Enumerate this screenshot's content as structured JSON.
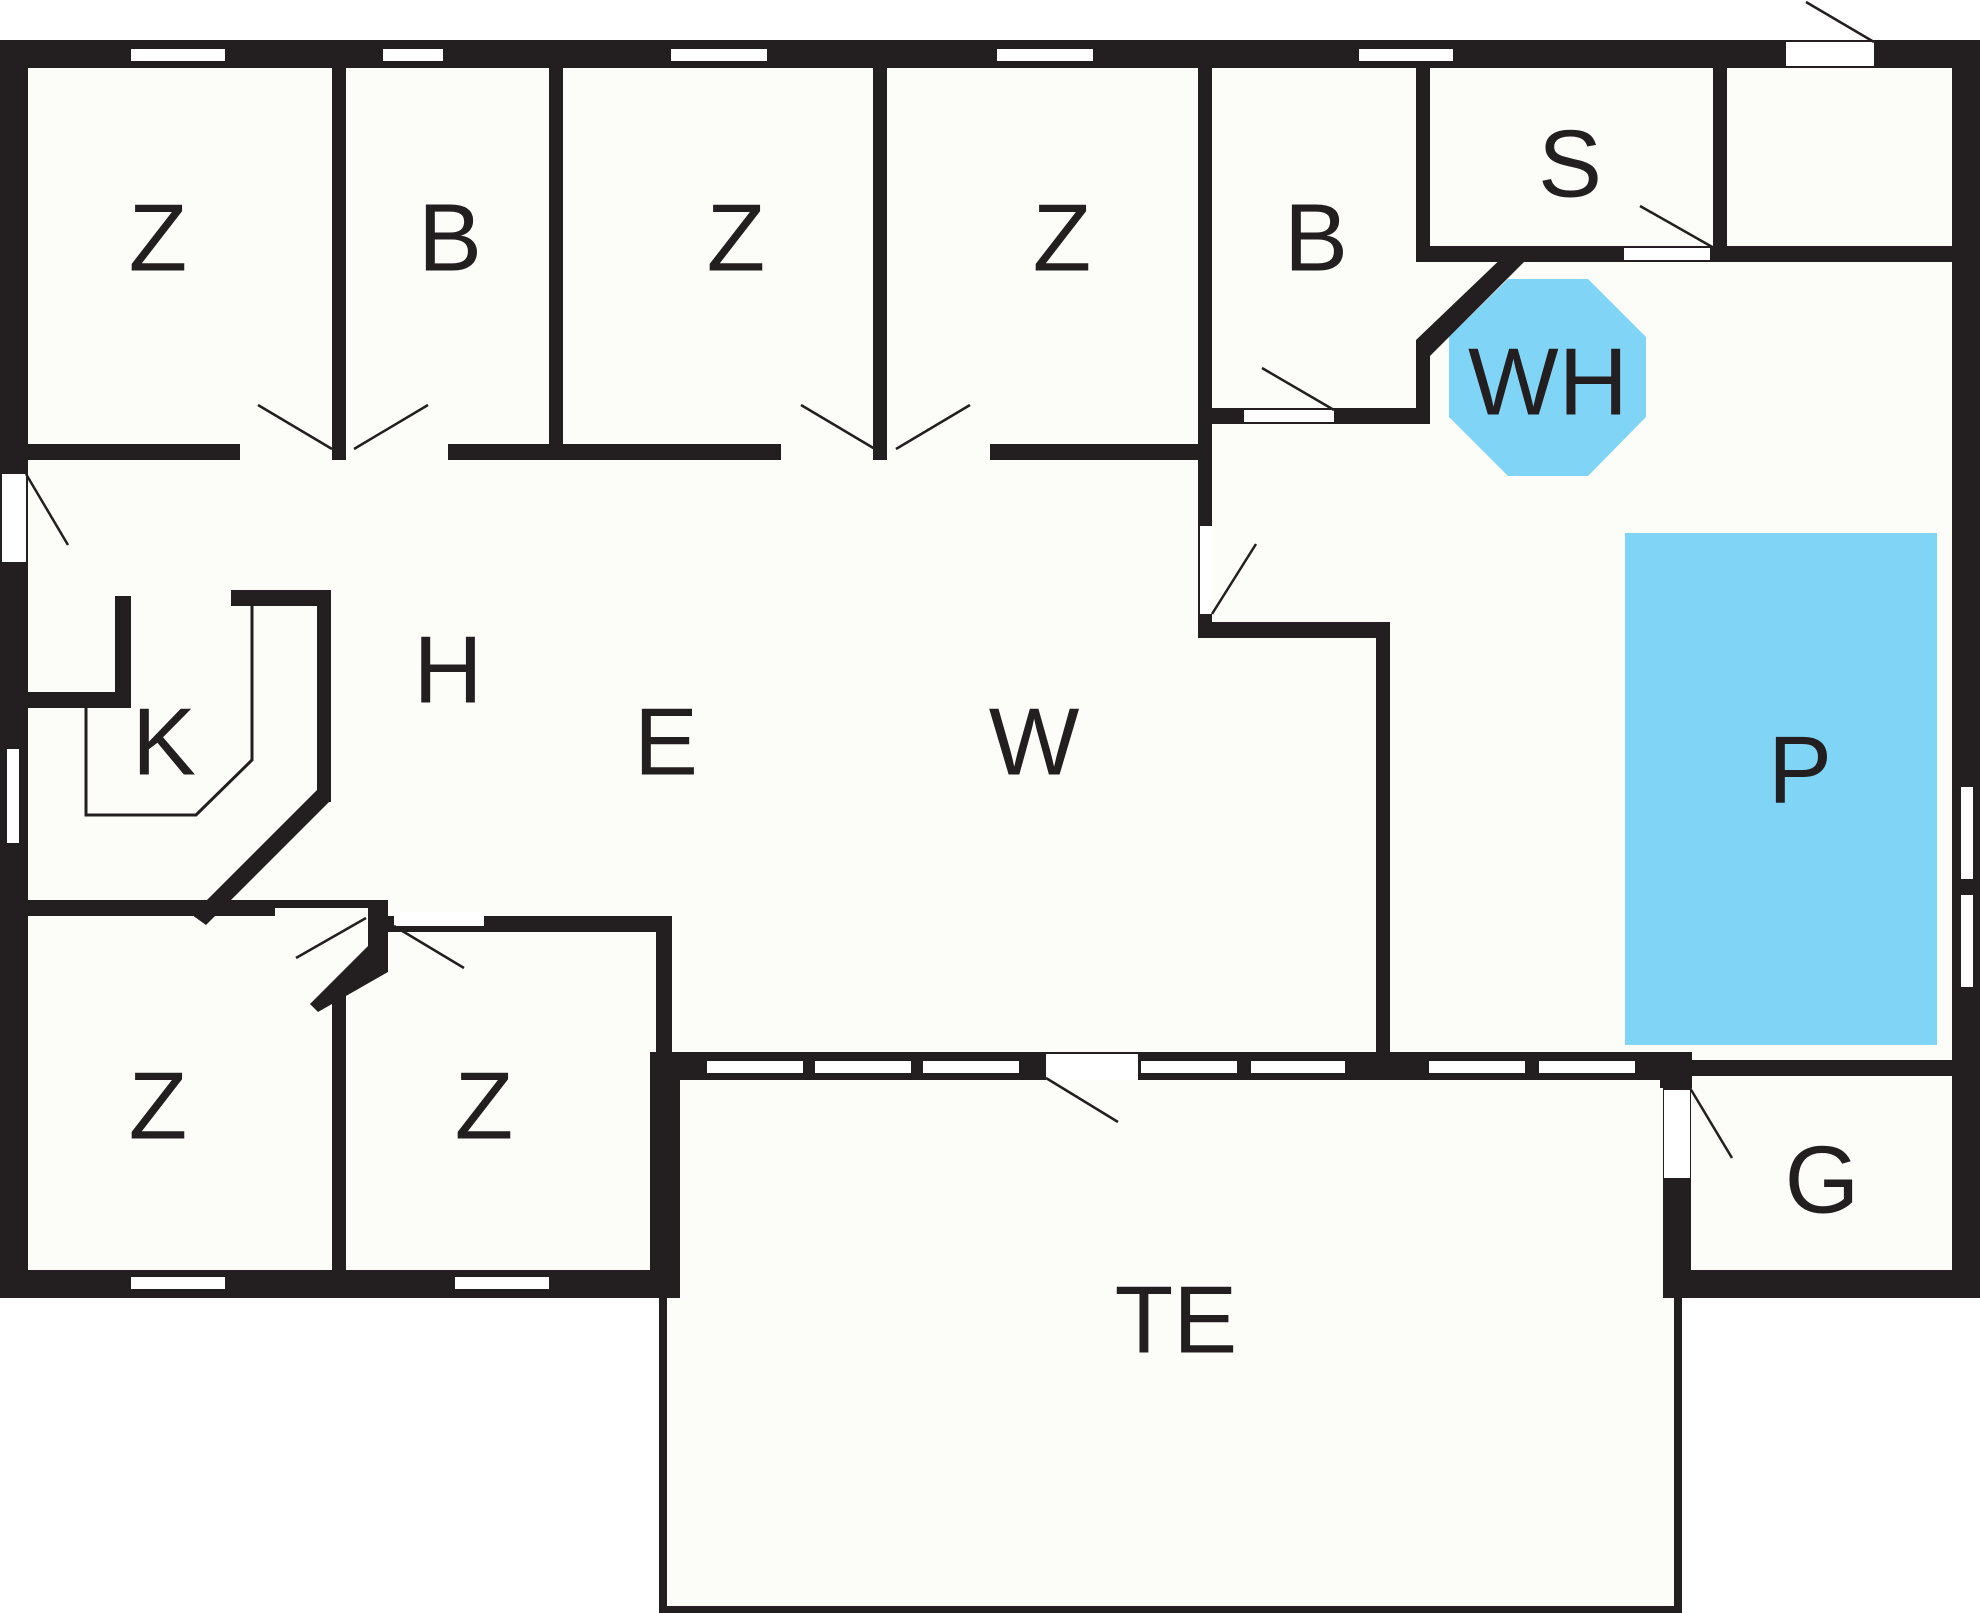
{
  "colors": {
    "wall": "#231f20",
    "floor": "#fcfdf8",
    "accent_blue": "#80d4f6",
    "window": "#ffffff"
  },
  "rooms": {
    "z1": "Z",
    "b1": "B",
    "z2": "Z",
    "z3": "Z",
    "b2": "B",
    "s": "S",
    "wh": "WH",
    "h": "H",
    "k": "K",
    "e": "E",
    "w": "W",
    "p": "P",
    "z4": "Z",
    "z5": "Z",
    "g": "G",
    "te": "TE"
  }
}
